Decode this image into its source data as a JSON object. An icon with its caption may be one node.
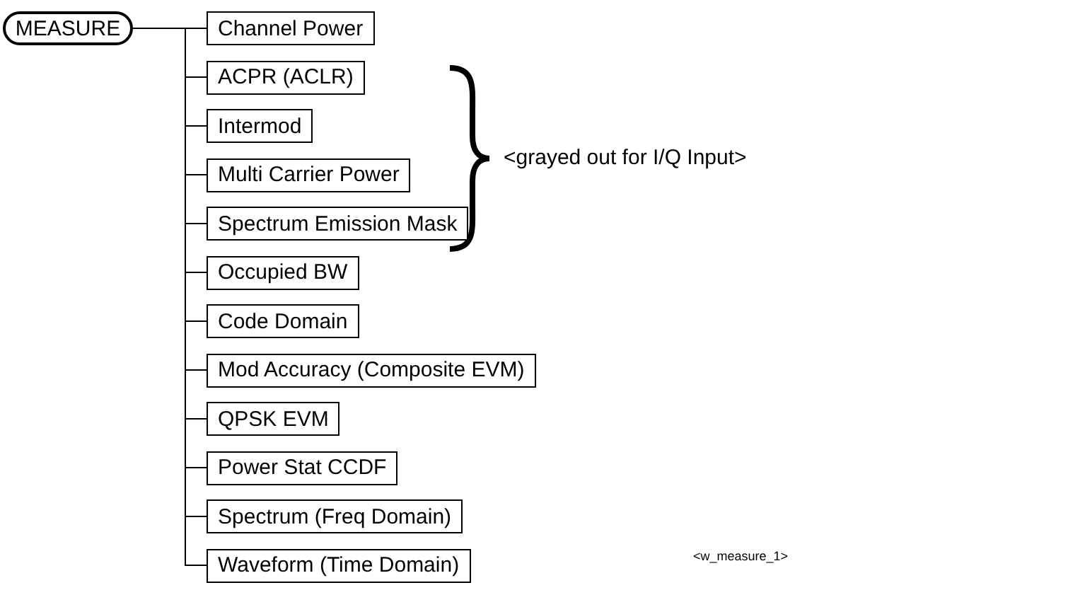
{
  "diagram": {
    "nodes": [
      {
        "text": [
          "MEASURE"
        ]
      },
      {
        "text": [
          "Channel Power"
        ]
      },
      {
        "text": [
          "ACPR (ACLR)"
        ]
      },
      {
        "text": [
          "Intermod"
        ]
      },
      {
        "text": [
          "Multi Carrier Power"
        ]
      },
      {
        "text": [
          "Spectrum Emission Mask"
        ]
      },
      {
        "text": [
          "Occupied BW"
        ]
      },
      {
        "text": [
          "Code Domain"
        ]
      },
      {
        "text": [
          "Mod Accuracy (Composite EVM)"
        ]
      },
      {
        "text": [
          "QPSK EVM"
        ]
      },
      {
        "text": [
          "Power Stat CCDF"
        ]
      },
      {
        "text": [
          "Spectrum (Freq Domain)"
        ]
      },
      {
        "text": [
          "Waveform (Time Domain)"
        ]
      }
    ],
    "edges": [
      {
        "from": 0,
        "to": 1,
        "arrow": "none"
      },
      {
        "from": 0,
        "to": 2,
        "arrow": "none"
      },
      {
        "from": 0,
        "to": 3,
        "arrow": "none"
      },
      {
        "from": 0,
        "to": 4,
        "arrow": "none"
      },
      {
        "from": 0,
        "to": 5,
        "arrow": "none"
      },
      {
        "from": 0,
        "to": 6,
        "arrow": "none"
      },
      {
        "from": 0,
        "to": 7,
        "arrow": "none"
      },
      {
        "from": 0,
        "to": 8,
        "arrow": "none"
      },
      {
        "from": 0,
        "to": 9,
        "arrow": "none"
      },
      {
        "from": 0,
        "to": 10,
        "arrow": "none"
      },
      {
        "from": 0,
        "to": 11,
        "arrow": "none"
      },
      {
        "from": 0,
        "to": 12,
        "arrow": "none"
      }
    ],
    "labels": [
      "<grayed out for I/Q Input>",
      "<w_measure_1>"
    ]
  }
}
